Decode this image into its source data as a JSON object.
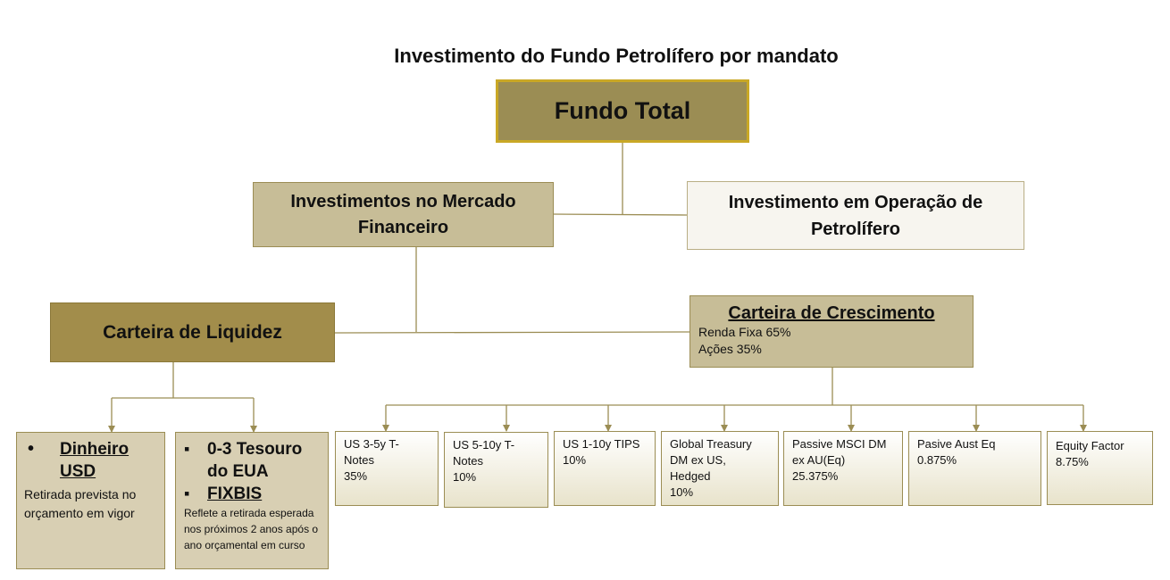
{
  "title": "Investimento do Fundo Petrolífero por mandato",
  "colors": {
    "connector": "#9b8d54",
    "dark_gold": "#9b8d54",
    "tan": "#c7bd97"
  },
  "nodes": {
    "total": "Fundo Total",
    "financial_line1": "Investimentos no Mercado",
    "financial_line2": "Financeiro",
    "operation_line1": "Investimento em Operação de",
    "operation_line2": "Petrolífero",
    "liquidity": "Carteira de Liquidez",
    "growth": {
      "title": "Carteira de Crescimento",
      "line1": "Renda Fixa  65%",
      "line2": "Ações 35%"
    },
    "cash": {
      "bullet": "•",
      "title_line1": "Dinheiro",
      "title_line2": "USD",
      "desc": "Retirada prevista no orçamento em vigor"
    },
    "treasury": {
      "bullet": "▪",
      "item1_line1": "0-3 Tesouro",
      "item1_line2": "do EUA",
      "item2": "FIXBIS",
      "desc": "Reflete a retirada esperada nos próximos 2 anos após o ano orçamental em curso"
    },
    "leaves": [
      {
        "line1": "US 3-5y T-",
        "line2": "Notes",
        "line3": "35%"
      },
      {
        "line1": "US 5-10y T-",
        "line2": "Notes",
        "line3": "10%"
      },
      {
        "line1": "US 1-10y TIPS",
        "line2": "10%",
        "line3": ""
      },
      {
        "line1": "Global Treasury",
        "line2": "DM ex US,",
        "line3": "Hedged",
        "line4": "10%"
      },
      {
        "line1": "Passive MSCI DM",
        "line2": "ex AU(Eq)",
        "line3": "25.375%"
      },
      {
        "line1": "Pasive Aust Eq",
        "line2": "0.875%",
        "line3": ""
      },
      {
        "line1": "Equity Factor",
        "line2": "8.75%",
        "line3": ""
      }
    ]
  }
}
